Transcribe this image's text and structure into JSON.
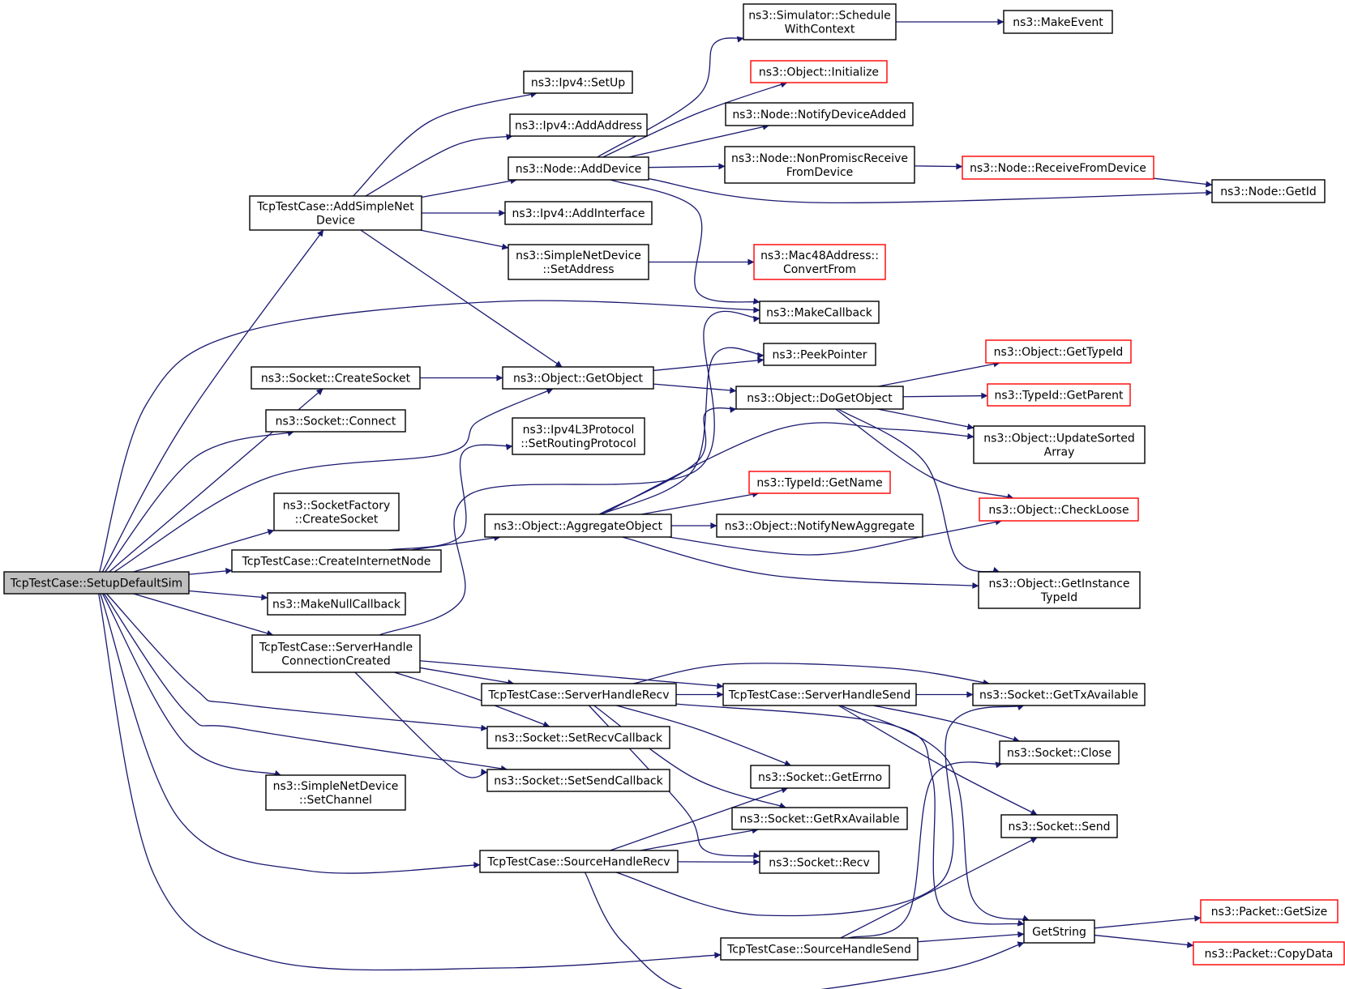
{
  "colors": {
    "edge": "#191970",
    "border": "#000000",
    "incomplete_border": "#ff0000",
    "root_fill": "#bfbfbf",
    "fill": "#ffffff"
  },
  "nodes": [
    {
      "id": "setup",
      "lines": [
        "TcpTestCase::SetupDefaultSim"
      ],
      "style": "root"
    },
    {
      "id": "addsimplenet",
      "lines": [
        "TcpTestCase::AddSimpleNet",
        "Device"
      ],
      "style": "normal"
    },
    {
      "id": "createsocket",
      "lines": [
        "ns3::Socket::CreateSocket"
      ],
      "style": "normal"
    },
    {
      "id": "connect",
      "lines": [
        "ns3::Socket::Connect"
      ],
      "style": "normal"
    },
    {
      "id": "sockfactory",
      "lines": [
        "ns3::SocketFactory",
        "::CreateSocket"
      ],
      "style": "normal"
    },
    {
      "id": "createinternet",
      "lines": [
        "TcpTestCase::CreateInternetNode"
      ],
      "style": "normal"
    },
    {
      "id": "makenull",
      "lines": [
        "ns3::MakeNullCallback"
      ],
      "style": "normal"
    },
    {
      "id": "serverconn",
      "lines": [
        "TcpTestCase::ServerHandle",
        "ConnectionCreated"
      ],
      "style": "normal"
    },
    {
      "id": "setchannel",
      "lines": [
        "ns3::SimpleNetDevice",
        "::SetChannel"
      ],
      "style": "normal"
    },
    {
      "id": "ipv4setup",
      "lines": [
        "ns3::Ipv4::SetUp"
      ],
      "style": "normal"
    },
    {
      "id": "ipv4addaddr",
      "lines": [
        "ns3::Ipv4::AddAddress"
      ],
      "style": "normal"
    },
    {
      "id": "nodeadddevice",
      "lines": [
        "ns3::Node::AddDevice"
      ],
      "style": "normal"
    },
    {
      "id": "ipv4addif",
      "lines": [
        "ns3::Ipv4::AddInterface"
      ],
      "style": "normal"
    },
    {
      "id": "setaddress",
      "lines": [
        "ns3::SimpleNetDevice",
        "::SetAddress"
      ],
      "style": "normal"
    },
    {
      "id": "getobject",
      "lines": [
        "ns3::Object::GetObject"
      ],
      "style": "normal"
    },
    {
      "id": "setrouting",
      "lines": [
        "ns3::Ipv4L3Protocol",
        "::SetRoutingProtocol"
      ],
      "style": "normal"
    },
    {
      "id": "aggregate",
      "lines": [
        "ns3::Object::AggregateObject"
      ],
      "style": "normal"
    },
    {
      "id": "serverrecv",
      "lines": [
        "TcpTestCase::ServerHandleRecv"
      ],
      "style": "normal"
    },
    {
      "id": "setrecvcb",
      "lines": [
        "ns3::Socket::SetRecvCallback"
      ],
      "style": "normal"
    },
    {
      "id": "setsendcb",
      "lines": [
        "ns3::Socket::SetSendCallback"
      ],
      "style": "normal"
    },
    {
      "id": "sourcerecv",
      "lines": [
        "TcpTestCase::SourceHandleRecv"
      ],
      "style": "normal"
    },
    {
      "id": "sourcesend",
      "lines": [
        "TcpTestCase::SourceHandleSend"
      ],
      "style": "normal"
    },
    {
      "id": "schedctx",
      "lines": [
        "ns3::Simulator::Schedule",
        "WithContext"
      ],
      "style": "normal"
    },
    {
      "id": "objinit",
      "lines": [
        "ns3::Object::Initialize"
      ],
      "style": "incomplete"
    },
    {
      "id": "notifydev",
      "lines": [
        "ns3::Node::NotifyDeviceAdded"
      ],
      "style": "normal"
    },
    {
      "id": "nonpromisc",
      "lines": [
        "ns3::Node::NonPromiscReceive",
        "FromDevice"
      ],
      "style": "normal"
    },
    {
      "id": "convertfrom",
      "lines": [
        "ns3::Mac48Address::",
        "ConvertFrom"
      ],
      "style": "incomplete"
    },
    {
      "id": "makecallback",
      "lines": [
        "ns3::MakeCallback"
      ],
      "style": "normal"
    },
    {
      "id": "peekpointer",
      "lines": [
        "ns3::PeekPointer"
      ],
      "style": "normal"
    },
    {
      "id": "dogetobject",
      "lines": [
        "ns3::Object::DoGetObject"
      ],
      "style": "normal"
    },
    {
      "id": "typeidgetname",
      "lines": [
        "ns3::TypeId::GetName"
      ],
      "style": "incomplete"
    },
    {
      "id": "notifynewagg",
      "lines": [
        "ns3::Object::NotifyNewAggregate"
      ],
      "style": "normal"
    },
    {
      "id": "serversend",
      "lines": [
        "TcpTestCase::ServerHandleSend"
      ],
      "style": "normal"
    },
    {
      "id": "geterrno",
      "lines": [
        "ns3::Socket::GetErrno"
      ],
      "style": "normal"
    },
    {
      "id": "getrxavail",
      "lines": [
        "ns3::Socket::GetRxAvailable"
      ],
      "style": "normal"
    },
    {
      "id": "recv",
      "lines": [
        "ns3::Socket::Recv"
      ],
      "style": "normal"
    },
    {
      "id": "makeevent",
      "lines": [
        "ns3::MakeEvent"
      ],
      "style": "normal"
    },
    {
      "id": "receivefromdev",
      "lines": [
        "ns3::Node::ReceiveFromDevice"
      ],
      "style": "incomplete"
    },
    {
      "id": "gettypeid",
      "lines": [
        "ns3::Object::GetTypeId"
      ],
      "style": "incomplete"
    },
    {
      "id": "getparent",
      "lines": [
        "ns3::TypeId::GetParent"
      ],
      "style": "incomplete"
    },
    {
      "id": "updatesorted",
      "lines": [
        "ns3::Object::UpdateSorted",
        "Array"
      ],
      "style": "normal"
    },
    {
      "id": "checkloose",
      "lines": [
        "ns3::Object::CheckLoose"
      ],
      "style": "incomplete"
    },
    {
      "id": "getinstancetypeid",
      "lines": [
        "ns3::Object::GetInstance",
        "TypeId"
      ],
      "style": "normal"
    },
    {
      "id": "gettxavail",
      "lines": [
        "ns3::Socket::GetTxAvailable"
      ],
      "style": "normal"
    },
    {
      "id": "close",
      "lines": [
        "ns3::Socket::Close"
      ],
      "style": "normal"
    },
    {
      "id": "send",
      "lines": [
        "ns3::Socket::Send"
      ],
      "style": "normal"
    },
    {
      "id": "getstring",
      "lines": [
        "GetString"
      ],
      "style": "normal"
    },
    {
      "id": "nodegetid",
      "lines": [
        "ns3::Node::GetId"
      ],
      "style": "normal"
    },
    {
      "id": "pktgetsize",
      "lines": [
        "ns3::Packet::GetSize"
      ],
      "style": "incomplete"
    },
    {
      "id": "pktcopydata",
      "lines": [
        "ns3::Packet::CopyData"
      ],
      "style": "incomplete"
    }
  ],
  "edges": [
    [
      "setup",
      "addsimplenet"
    ],
    [
      "setup",
      "makecallback"
    ],
    [
      "setup",
      "createsocket"
    ],
    [
      "setup",
      "getobject"
    ],
    [
      "setup",
      "connect"
    ],
    [
      "setup",
      "sockfactory"
    ],
    [
      "setup",
      "createinternet"
    ],
    [
      "setup",
      "makenull"
    ],
    [
      "setup",
      "serverconn"
    ],
    [
      "setup",
      "setrecvcb"
    ],
    [
      "setup",
      "setsendcb"
    ],
    [
      "setup",
      "setchannel"
    ],
    [
      "setup",
      "sourcerecv"
    ],
    [
      "setup",
      "sourcesend"
    ],
    [
      "addsimplenet",
      "ipv4setup"
    ],
    [
      "addsimplenet",
      "ipv4addaddr"
    ],
    [
      "addsimplenet",
      "nodeadddevice"
    ],
    [
      "addsimplenet",
      "ipv4addif"
    ],
    [
      "addsimplenet",
      "setaddress"
    ],
    [
      "addsimplenet",
      "getobject"
    ],
    [
      "nodeadddevice",
      "schedctx"
    ],
    [
      "nodeadddevice",
      "objinit"
    ],
    [
      "nodeadddevice",
      "notifydev"
    ],
    [
      "nodeadddevice",
      "nonpromisc"
    ],
    [
      "nodeadddevice",
      "makecallback"
    ],
    [
      "nodeadddevice",
      "nodegetid"
    ],
    [
      "schedctx",
      "makeevent"
    ],
    [
      "nonpromisc",
      "receivefromdev"
    ],
    [
      "receivefromdev",
      "nodegetid"
    ],
    [
      "setaddress",
      "convertfrom"
    ],
    [
      "createsocket",
      "getobject"
    ],
    [
      "getobject",
      "peekpointer"
    ],
    [
      "getobject",
      "dogetobject"
    ],
    [
      "dogetobject",
      "gettypeid"
    ],
    [
      "dogetobject",
      "getparent"
    ],
    [
      "dogetobject",
      "updatesorted"
    ],
    [
      "dogetobject",
      "checkloose"
    ],
    [
      "dogetobject",
      "getinstancetypeid"
    ],
    [
      "createinternet",
      "setrouting"
    ],
    [
      "createinternet",
      "aggregate"
    ],
    [
      "aggregate",
      "dogetobject"
    ],
    [
      "aggregate",
      "peekpointer"
    ],
    [
      "aggregate",
      "updatesorted"
    ],
    [
      "aggregate",
      "typeidgetname"
    ],
    [
      "aggregate",
      "notifynewagg"
    ],
    [
      "aggregate",
      "checkloose"
    ],
    [
      "aggregate",
      "getinstancetypeid"
    ],
    [
      "serverconn",
      "makecallback"
    ],
    [
      "serverconn",
      "serverrecv"
    ],
    [
      "serverconn",
      "serversend"
    ],
    [
      "serverconn",
      "setrecvcb"
    ],
    [
      "serverconn",
      "setsendcb"
    ],
    [
      "serverrecv",
      "serversend"
    ],
    [
      "serverrecv",
      "gettxavail"
    ],
    [
      "serverrecv",
      "geterrno"
    ],
    [
      "serverrecv",
      "getrxavail"
    ],
    [
      "serverrecv",
      "recv"
    ],
    [
      "serverrecv",
      "getstring"
    ],
    [
      "serversend",
      "gettxavail"
    ],
    [
      "serversend",
      "close"
    ],
    [
      "serversend",
      "send"
    ],
    [
      "serversend",
      "getstring"
    ],
    [
      "sourcerecv",
      "geterrno"
    ],
    [
      "sourcerecv",
      "getrxavail"
    ],
    [
      "sourcerecv",
      "recv"
    ],
    [
      "sourcerecv",
      "gettxavail"
    ],
    [
      "sourcerecv",
      "getstring"
    ],
    [
      "sourcesend",
      "close"
    ],
    [
      "sourcesend",
      "send"
    ],
    [
      "sourcesend",
      "getstring"
    ],
    [
      "getstring",
      "pktgetsize"
    ],
    [
      "getstring",
      "pktcopydata"
    ]
  ]
}
